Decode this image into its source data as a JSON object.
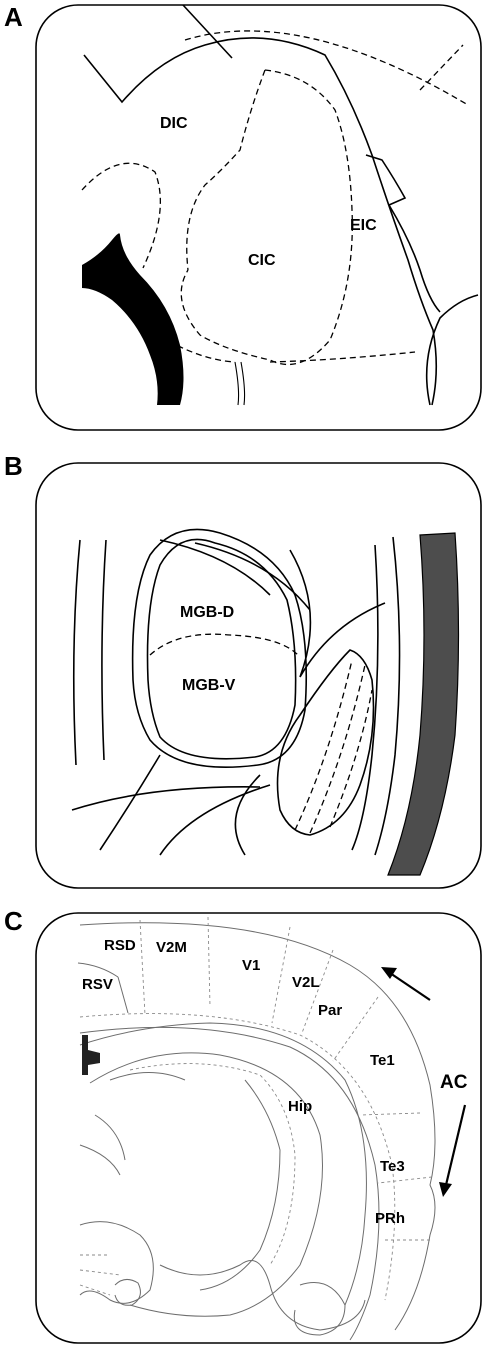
{
  "panels": [
    {
      "letter": "A",
      "labels": {
        "dic": "DIC",
        "cic": "CIC",
        "eic": "EIC"
      }
    },
    {
      "letter": "B",
      "labels": {
        "mgbd": "MGB-D",
        "mgbv": "MGB-V"
      }
    },
    {
      "letter": "C",
      "labels": {
        "rsd": "RSD",
        "v2m": "V2M",
        "rsv": "RSV",
        "v1": "V1",
        "v2l": "V2L",
        "par": "Par",
        "te1": "Te1",
        "hip": "Hip",
        "te3": "Te3",
        "prh": "PRh",
        "ac": "AC"
      }
    }
  ]
}
